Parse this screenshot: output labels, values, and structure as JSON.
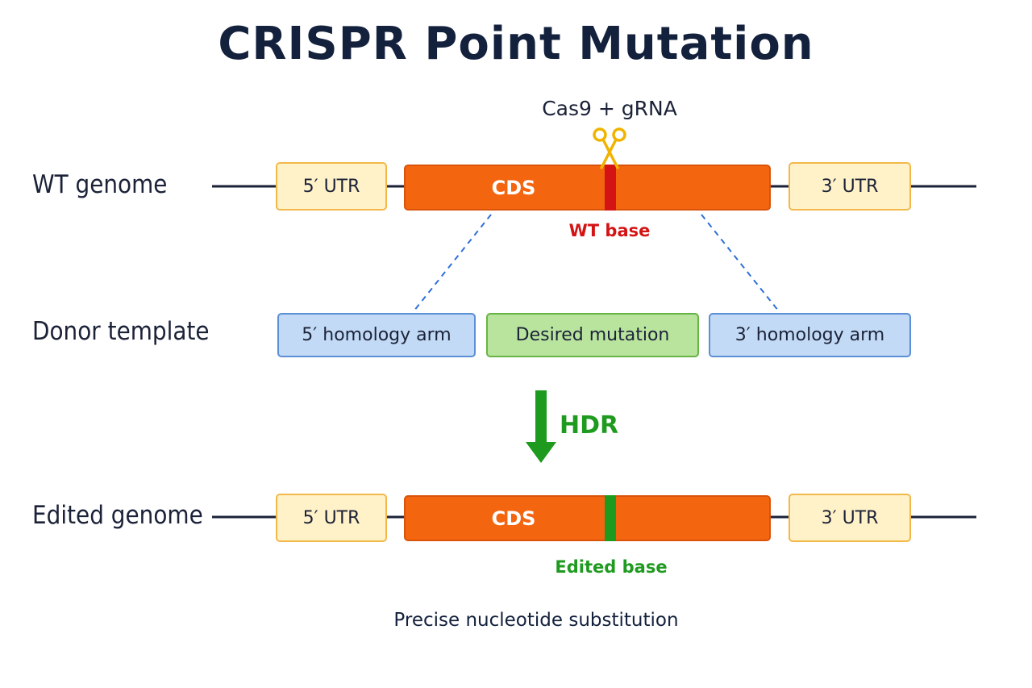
{
  "title": "CRISPR Point Mutation",
  "rows": {
    "wt_genome": "WT genome",
    "donor_template": "Donor template",
    "edited_genome": "Edited genome"
  },
  "wt": {
    "utr5": "5′ UTR",
    "cds": "CDS",
    "utr3": "3′ UTR",
    "cas9_label": "Cas9 + gRNA",
    "base_label": "WT base"
  },
  "donor": {
    "arm5": "5′ homology arm",
    "mutation": "Desired mutation",
    "arm3": "3′ homology arm"
  },
  "hdr_label": "HDR",
  "edited": {
    "utr5": "5′ UTR",
    "cds": "CDS",
    "utr3": "3′ UTR",
    "base_label": "Edited base"
  },
  "footer": "Precise nucleotide substitution",
  "colors": {
    "title": "#14213d",
    "cds": "#f4650f",
    "utr": "#fff1c8",
    "homology_arm": "#c2daf5",
    "mutation": "#b9e49e",
    "wt_base": "#d41414",
    "edited_base": "#1e9a1e",
    "hdr_arrow": "#1e9a1e",
    "scissors": "#f0b400",
    "dashed_link": "#2f6fd8"
  },
  "icons": {
    "cas9": "scissors-icon",
    "hdr": "arrow-down-icon"
  }
}
